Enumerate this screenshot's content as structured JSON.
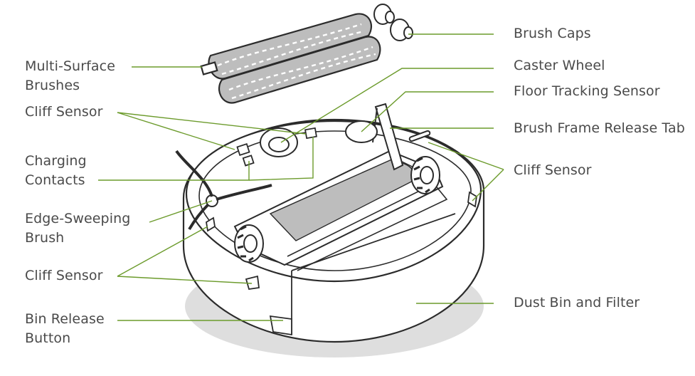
{
  "leader_color": "#6c9b2c",
  "ink_color": "#2b2b2b",
  "left_labels": {
    "multi_surface_brushes": [
      "Multi-Surface",
      "Brushes"
    ],
    "cliff_sensor_top": "Cliff Sensor",
    "charging_contacts": [
      "Charging",
      "Contacts"
    ],
    "edge_sweeping_brush": [
      "Edge-Sweeping",
      "Brush"
    ],
    "cliff_sensor_bottom": "Cliff Sensor",
    "bin_release_button": [
      "Bin Release",
      "Button"
    ]
  },
  "right_labels": {
    "brush_caps": "Brush Caps",
    "caster_wheel": "Caster Wheel",
    "floor_tracking_sensor": "Floor Tracking Sensor",
    "brush_frame_release_tab": "Brush Frame Release Tab",
    "cliff_sensor_right": "Cliff Sensor",
    "dust_bin_and_filter": "Dust Bin and Filter"
  }
}
